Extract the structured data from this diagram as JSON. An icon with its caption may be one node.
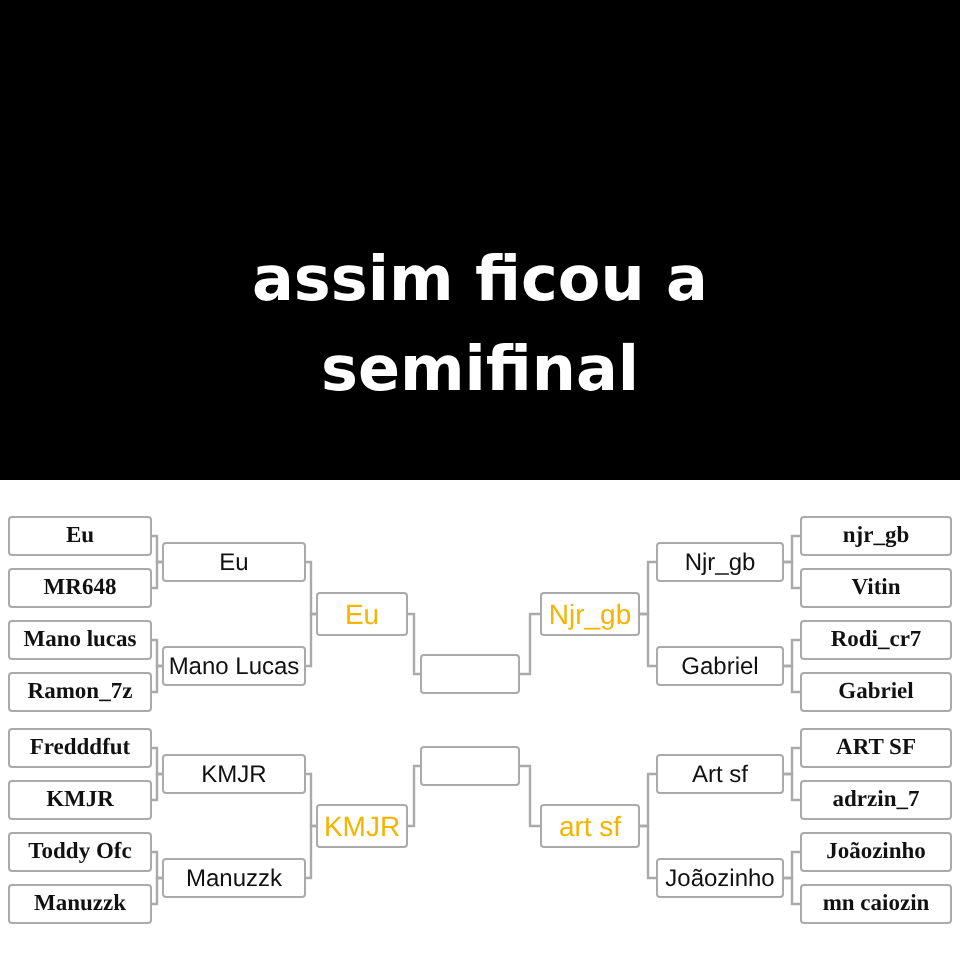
{
  "diagram": {
    "title": "assim ficou a semifinal",
    "nodes": [
      {
        "text": [
          "Eu"
        ]
      },
      {
        "text": [
          "MR648"
        ]
      },
      {
        "text": [
          "Mano lucas"
        ]
      },
      {
        "text": [
          "Ramon_7z"
        ]
      },
      {
        "text": [
          "Fredddfut"
        ]
      },
      {
        "text": [
          "KMJR"
        ]
      },
      {
        "text": [
          "Toddy Ofc"
        ]
      },
      {
        "text": [
          "Manuzzk"
        ]
      },
      {
        "text": [
          "Eu"
        ]
      },
      {
        "text": [
          "Mano Lucas"
        ]
      },
      {
        "text": [
          "KMJR"
        ]
      },
      {
        "text": [
          "Manuzzk"
        ]
      },
      {
        "text": [
          "Eu"
        ]
      },
      {
        "text": [
          "KMJR"
        ]
      },
      {
        "text": [],
        "shape": "box"
      },
      {
        "text": [],
        "shape": "box"
      },
      {
        "text": [
          "Njr_gb"
        ]
      },
      {
        "text": [
          "art sf"
        ]
      },
      {
        "text": [
          "Njr_gb"
        ]
      },
      {
        "text": [
          "Gabriel"
        ]
      },
      {
        "text": [
          "Art sf"
        ]
      },
      {
        "text": [
          "Joãozinho"
        ]
      },
      {
        "text": [
          "njr_gb"
        ]
      },
      {
        "text": [
          "Vitin"
        ]
      },
      {
        "text": [
          "Rodi_cr7"
        ]
      },
      {
        "text": [
          "Gabriel"
        ]
      },
      {
        "text": [
          "ART SF"
        ]
      },
      {
        "text": [
          "adrzin_7"
        ]
      },
      {
        "text": [
          "Joãozinho"
        ]
      },
      {
        "text": [
          "mn caiozin"
        ]
      }
    ],
    "edges": [
      {
        "from": 0,
        "to": 8,
        "arrow": "none"
      },
      {
        "from": 1,
        "to": 8,
        "arrow": "none"
      },
      {
        "from": 2,
        "to": 9,
        "arrow": "none"
      },
      {
        "from": 3,
        "to": 9,
        "arrow": "none"
      },
      {
        "from": 4,
        "to": 10,
        "arrow": "none"
      },
      {
        "from": 5,
        "to": 10,
        "arrow": "none"
      },
      {
        "from": 6,
        "to": 11,
        "arrow": "none"
      },
      {
        "from": 7,
        "to": 11,
        "arrow": "none"
      },
      {
        "from": 8,
        "to": 12,
        "arrow": "none"
      },
      {
        "from": 9,
        "to": 12,
        "arrow": "none"
      },
      {
        "from": 10,
        "to": 13,
        "arrow": "none"
      },
      {
        "from": 11,
        "to": 13,
        "arrow": "none"
      },
      {
        "from": 12,
        "to": 14,
        "arrow": "none"
      },
      {
        "from": 13,
        "to": 15,
        "arrow": "none"
      },
      {
        "from": 16,
        "to": 14,
        "arrow": "none"
      },
      {
        "from": 17,
        "to": 15,
        "arrow": "none"
      },
      {
        "from": 18,
        "to": 16,
        "arrow": "none"
      },
      {
        "from": 19,
        "to": 16,
        "arrow": "none"
      },
      {
        "from": 20,
        "to": 17,
        "arrow": "none"
      },
      {
        "from": 21,
        "to": 17,
        "arrow": "none"
      },
      {
        "from": 22,
        "to": 18,
        "arrow": "none"
      },
      {
        "from": 23,
        "to": 18,
        "arrow": "none"
      },
      {
        "from": 24,
        "to": 19,
        "arrow": "none"
      },
      {
        "from": 25,
        "to": 19,
        "arrow": "none"
      },
      {
        "from": 26,
        "to": 20,
        "arrow": "none"
      },
      {
        "from": 27,
        "to": 20,
        "arrow": "none"
      },
      {
        "from": 28,
        "to": 21,
        "arrow": "none"
      },
      {
        "from": 29,
        "to": 21,
        "arrow": "none"
      }
    ]
  }
}
